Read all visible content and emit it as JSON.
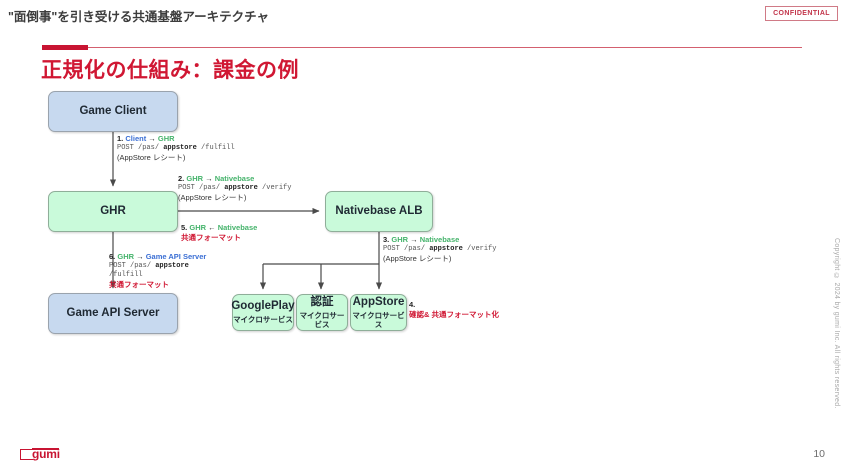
{
  "header": {
    "title": "\"面倒事\"を引き受ける共通基盤アーキテクチャ",
    "badge": "CONFIDENTIAL"
  },
  "slide": {
    "title": "正規化の仕組み：課金の例",
    "page_number": "10",
    "copyright": "Copyright © 2024 by gumi Inc. All rights reserved.",
    "logo_text": "gumi"
  },
  "colors": {
    "brand_red": "#c81432",
    "title_red": "#d01733",
    "node_blue": "#c7d9ef",
    "node_green": "#c9fada",
    "actor_client": "#3b6fd4",
    "actor_ghr": "#45b36b",
    "actor_nativebase": "#45b36b",
    "emphasis_red": "#d01733"
  },
  "diagram": {
    "nodes": [
      {
        "id": "game-client",
        "label": "Game Client",
        "sub": "",
        "fill": "blue"
      },
      {
        "id": "ghr",
        "label": "GHR",
        "sub": "",
        "fill": "green"
      },
      {
        "id": "game-api-server",
        "label": "Game API Server",
        "sub": "",
        "fill": "blue"
      },
      {
        "id": "nativebase-alb",
        "label": "Nativebase ALB",
        "sub": "",
        "fill": "green"
      },
      {
        "id": "googleplay",
        "label": "GooglePlay",
        "sub": "マイクロサービス",
        "fill": "green"
      },
      {
        "id": "auth",
        "label": "認証",
        "sub": "マイクロサービス",
        "fill": "green"
      },
      {
        "id": "appstore",
        "label": "AppStore",
        "sub": "マイクロサービス",
        "fill": "green"
      }
    ],
    "steps": [
      {
        "num": "1.",
        "from": "Client",
        "arrow": "→",
        "to": "GHR",
        "from_color": "blue",
        "to_color": "green",
        "method": "POST",
        "path_pre": "/pas/",
        "path_mid": "appstore",
        "path_post": "/fulfill",
        "note": "(AppStore レシート)",
        "emphasis": ""
      },
      {
        "num": "2.",
        "from": "GHR",
        "arrow": "→",
        "to": "Nativebase",
        "from_color": "green",
        "to_color": "green",
        "method": "POST",
        "path_pre": "/pas/",
        "path_mid": "appstore",
        "path_post": "/verify",
        "note": "(AppStore レシート)",
        "emphasis": ""
      },
      {
        "num": "3.",
        "from": "GHR",
        "arrow": "→",
        "to": "Nativebase",
        "from_color": "green",
        "to_color": "green",
        "method": "POST",
        "path_pre": "/pas/",
        "path_mid": "appstore",
        "path_post": "/verify",
        "note": "(AppStore レシート)",
        "emphasis": ""
      },
      {
        "num": "4.",
        "from": "",
        "arrow": "",
        "to": "",
        "method": "",
        "path_pre": "",
        "path_mid": "",
        "path_post": "",
        "note": "",
        "emphasis": "確認& 共通フォーマット化"
      },
      {
        "num": "5.",
        "from": "GHR",
        "arrow": "←",
        "to": "Nativebase",
        "from_color": "green",
        "to_color": "green",
        "method": "",
        "path_pre": "",
        "path_mid": "",
        "path_post": "",
        "note": "",
        "emphasis": "共通フォーマット"
      },
      {
        "num": "6.",
        "from": "GHR",
        "arrow": "→",
        "to": "Game API Server",
        "from_color": "green",
        "to_color": "blue",
        "method": "POST",
        "path_pre": "/pas/",
        "path_mid": "appstore",
        "path_post": "/fulfill",
        "note": "",
        "emphasis": "共通フォーマット"
      }
    ]
  }
}
